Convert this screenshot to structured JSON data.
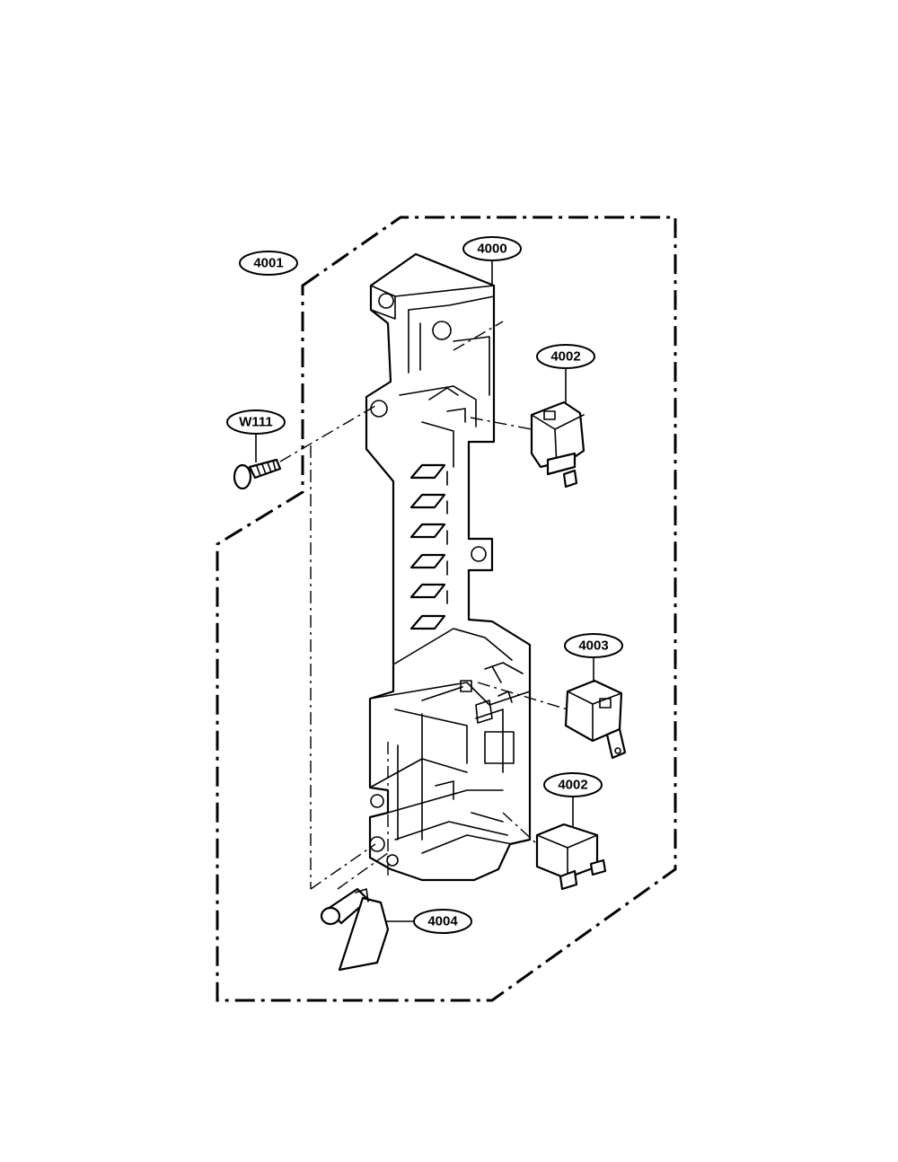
{
  "callouts": {
    "c4000": "4000",
    "c4001": "4001",
    "c4002_top": "4002",
    "cW111": "W111",
    "c4003": "4003",
    "c4002_bottom": "4002",
    "c4004": "4004"
  }
}
